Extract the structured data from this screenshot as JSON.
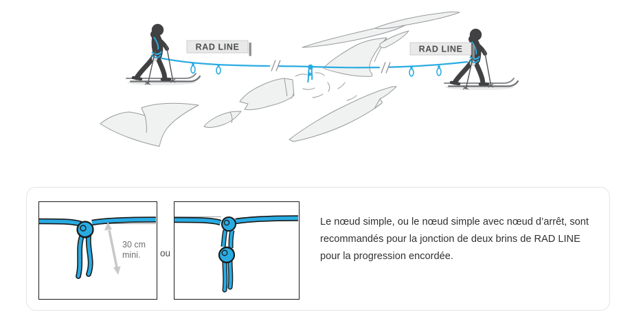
{
  "illustration": {
    "label_left": "RAD LINE",
    "label_right": "RAD LINE"
  },
  "knot_panel": {
    "measurement_line1": "30 cm",
    "measurement_line2": "mini.",
    "or_label": "ou",
    "description": "Le nœud simple, ou le nœud simple avec nœud d’arrêt, sont recommandés pour la jonction de deux brins de RAD LINE pour la progression encordée."
  },
  "colors": {
    "rope_blue": "#29ABE2",
    "silhouette_dark": "#414042",
    "glacier_fill": "#F0F1F1",
    "glacier_stroke": "#97999C",
    "arrow_gray": "#C7C8CA",
    "measure_text_gray": "#6D6E71",
    "description_text": "#303032",
    "label_bg": "#E9E9E9",
    "label_bar": "#8E9093"
  }
}
